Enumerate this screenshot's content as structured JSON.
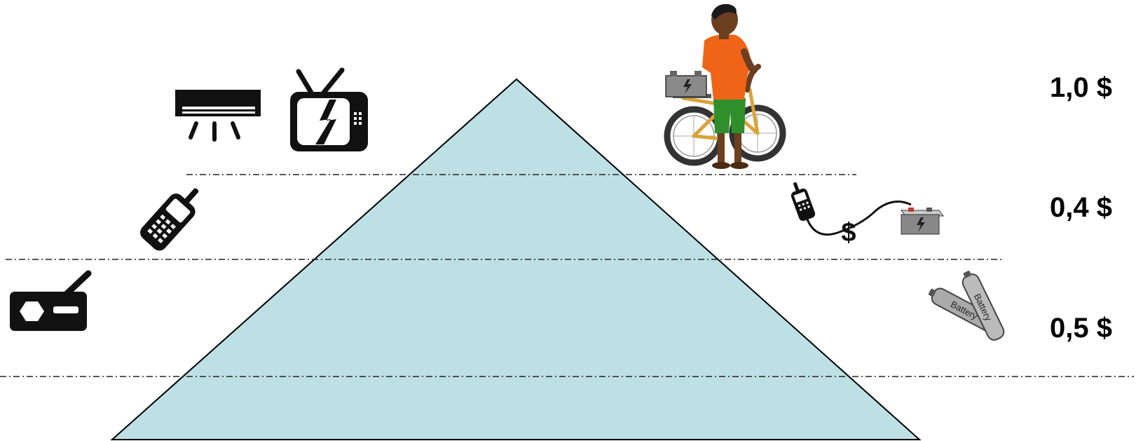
{
  "colors": {
    "pyramid_fill": "#bde0e4",
    "pyramid_stroke": "#000000",
    "shirt": "#f06418",
    "shorts": "#2f8f2a",
    "skin": "#6b3f1f",
    "bike_frame": "#d8a437",
    "device": "#111111",
    "battery_box": "#8a8a8a"
  },
  "icons": {
    "top_left": [
      "air-conditioner-icon",
      "television-icon"
    ],
    "top_right": "man-with-bicycle-and-car-battery-illustration",
    "middle_left": "mobile-phone-icon",
    "middle_right": "phone-charging-from-battery-for-money-icon",
    "bottom_left": "radio-icon",
    "bottom_right": "dry-cell-batteries-icon"
  },
  "battery_labels": [
    "Battery",
    "Battery"
  ],
  "currency_symbol": "$",
  "prices": {
    "top": "1,0 $",
    "middle": "0,4 $",
    "bottom": "0,5 $"
  }
}
